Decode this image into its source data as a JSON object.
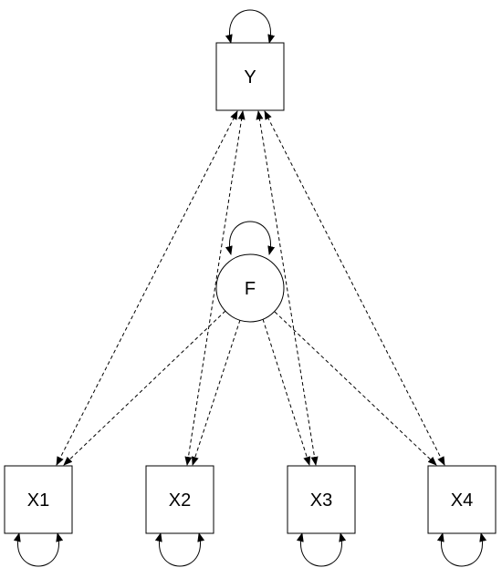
{
  "diagram": {
    "nodes": [
      {
        "id": "Y",
        "label": "Y",
        "shape": "box"
      },
      {
        "id": "F",
        "label": "F",
        "shape": "circle"
      },
      {
        "id": "X1",
        "label": "X1",
        "shape": "box"
      },
      {
        "id": "X2",
        "label": "X2",
        "shape": "box"
      },
      {
        "id": "X3",
        "label": "X3",
        "shape": "box"
      },
      {
        "id": "X4",
        "label": "X4",
        "shape": "box"
      }
    ],
    "edges": [
      {
        "from": "Y",
        "to": "Y",
        "style": "solid",
        "kind": "self-loop",
        "arrows": "both"
      },
      {
        "from": "F",
        "to": "F",
        "style": "solid",
        "kind": "self-loop",
        "arrows": "both"
      },
      {
        "from": "X1",
        "to": "X1",
        "style": "solid",
        "kind": "self-loop",
        "arrows": "both"
      },
      {
        "from": "X2",
        "to": "X2",
        "style": "solid",
        "kind": "self-loop",
        "arrows": "both"
      },
      {
        "from": "X3",
        "to": "X3",
        "style": "solid",
        "kind": "self-loop",
        "arrows": "both"
      },
      {
        "from": "X4",
        "to": "X4",
        "style": "solid",
        "kind": "self-loop",
        "arrows": "both"
      },
      {
        "from": "Y",
        "to": "X1",
        "style": "dashed",
        "arrows": "both"
      },
      {
        "from": "Y",
        "to": "X2",
        "style": "dashed",
        "arrows": "both"
      },
      {
        "from": "Y",
        "to": "X3",
        "style": "dashed",
        "arrows": "both"
      },
      {
        "from": "Y",
        "to": "X4",
        "style": "dashed",
        "arrows": "both"
      },
      {
        "from": "F",
        "to": "X1",
        "style": "dashed",
        "arrows": "to"
      },
      {
        "from": "F",
        "to": "X2",
        "style": "dashed",
        "arrows": "to"
      },
      {
        "from": "F",
        "to": "X3",
        "style": "dashed",
        "arrows": "to"
      },
      {
        "from": "F",
        "to": "X4",
        "style": "dashed",
        "arrows": "to"
      }
    ]
  }
}
